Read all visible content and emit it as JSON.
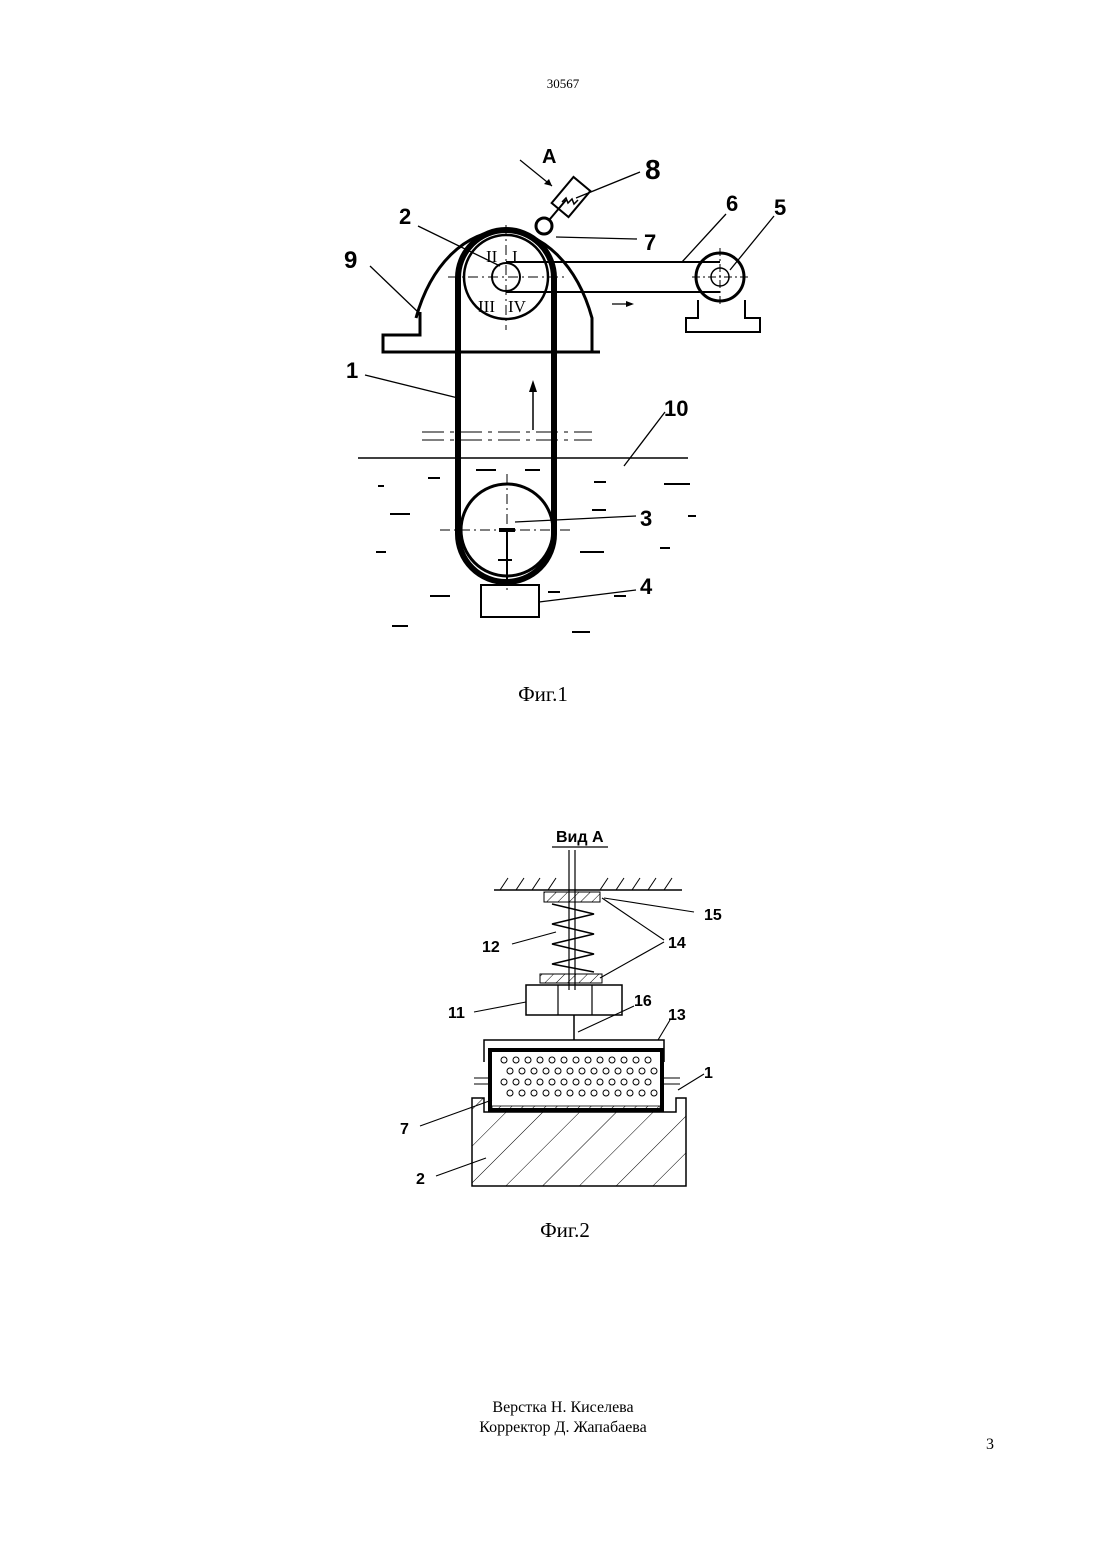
{
  "document_number": "30567",
  "figure1": {
    "caption": "Фиг.1",
    "view_marker": "А",
    "labels": {
      "l1": "1",
      "l2": "2",
      "l3": "3",
      "l4": "4",
      "l5": "5",
      "l6": "6",
      "l7": "7",
      "l8": "8",
      "l9": "9",
      "l10": "10"
    },
    "quadrants": {
      "q1": "II",
      "q2": "I",
      "q3": "III",
      "q4": "IV"
    }
  },
  "figure2": {
    "caption": "Фиг.2",
    "view_title": "Вид А",
    "labels": {
      "l1": "1",
      "l2": "2",
      "l7": "7",
      "l11": "11",
      "l12": "12",
      "l13": "13",
      "l14": "14",
      "l15": "15",
      "l16": "16"
    }
  },
  "credits": {
    "layout": "Верстка Н. Киселева",
    "proofreader": "Корректор Д. Жапабаева"
  },
  "page_number": "3"
}
